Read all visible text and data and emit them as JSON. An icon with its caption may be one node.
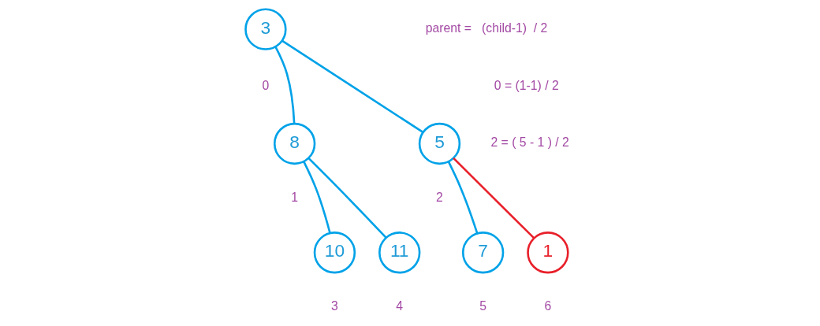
{
  "diagram": {
    "nodes": [
      {
        "text": [
          "3"
        ],
        "beside": [
          "0"
        ]
      },
      {
        "text": [
          "8"
        ],
        "beside": [
          "1"
        ]
      },
      {
        "text": [
          "5"
        ],
        "beside": [
          "2"
        ]
      },
      {
        "text": [
          "10"
        ],
        "beside": [
          "3"
        ]
      },
      {
        "text": [
          "11"
        ],
        "beside": [
          "4"
        ]
      },
      {
        "text": [
          "7"
        ],
        "beside": [
          "5"
        ]
      },
      {
        "text": [
          "1"
        ],
        "beside": [
          "6"
        ]
      }
    ],
    "edges": [
      {
        "from": 0,
        "to": 1,
        "arrow": "none"
      },
      {
        "from": 0,
        "to": 2,
        "arrow": "none"
      },
      {
        "from": 1,
        "to": 3,
        "arrow": "none"
      },
      {
        "from": 1,
        "to": 4,
        "arrow": "none"
      },
      {
        "from": 2,
        "to": 5,
        "arrow": "none"
      },
      {
        "from": 2,
        "to": 6,
        "arrow": "none",
        "color": "#e8202a"
      }
    ],
    "labels": [
      "parent =   (child-1)  / 2",
      "0 = (1-1) / 2",
      "2 = ( 5 - 1 ) / 2"
    ]
  }
}
